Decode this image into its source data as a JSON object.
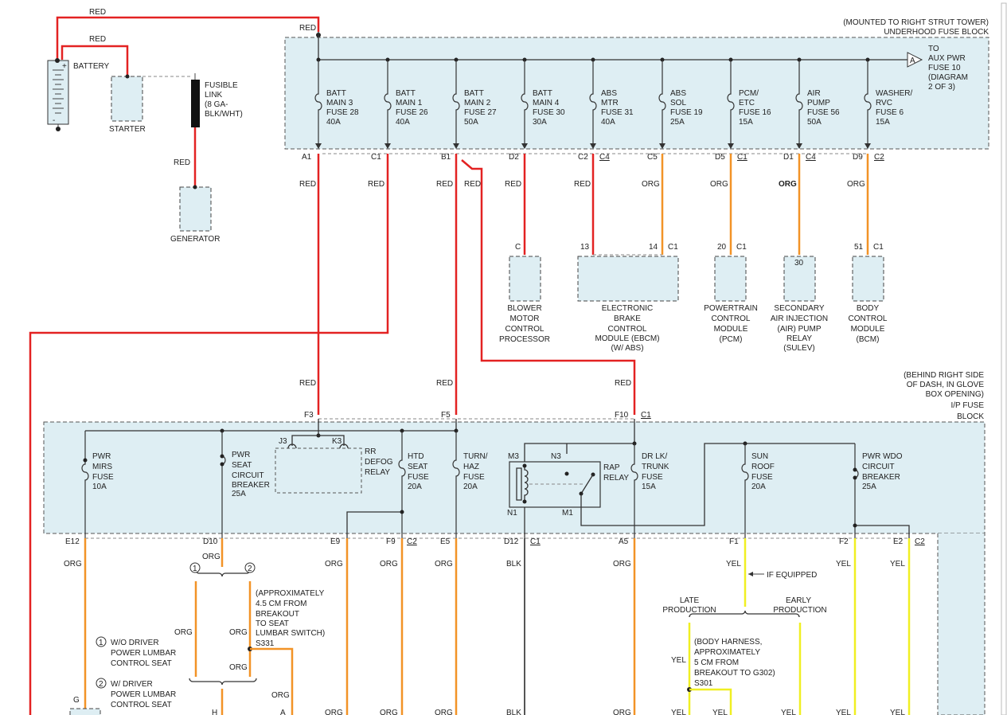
{
  "colors": {
    "red": "#e32222",
    "orange": "#f29327",
    "yellow": "#f0ef22",
    "gray": "#555555",
    "block_fill": "#deeef3"
  },
  "top_wires": {
    "red1": "RED",
    "red2": "RED",
    "red3": "RED",
    "red4": "RED"
  },
  "battery": {
    "label": "BATTERY",
    "plus": "+",
    "minus": "-"
  },
  "starter": {
    "label": "STARTER"
  },
  "fusible_link": {
    "lines": [
      "FUSIBLE",
      "LINK",
      "(8 GA-",
      "BLK/WHT)"
    ]
  },
  "generator": {
    "label": "GENERATOR"
  },
  "underhood": {
    "title_lines": [
      "(MOUNTED TO RIGHT STRUT TOWER)",
      "UNDERHOOD FUSE BLOCK"
    ],
    "fuses": [
      {
        "lines": [
          "BATT",
          "MAIN 3",
          "FUSE 28",
          "40A"
        ],
        "pin": "A1",
        "conn": ""
      },
      {
        "lines": [
          "BATT",
          "MAIN 1",
          "FUSE 26",
          "40A"
        ],
        "pin": "C1",
        "conn": ""
      },
      {
        "lines": [
          "BATT",
          "MAIN 2",
          "FUSE 27",
          "50A"
        ],
        "pin": "B1",
        "conn": ""
      },
      {
        "lines": [
          "BATT",
          "MAIN 4",
          "FUSE 30",
          "30A"
        ],
        "pin": "D2",
        "conn": ""
      },
      {
        "lines": [
          "ABS",
          "MTR",
          "FUSE 31",
          "40A"
        ],
        "pin": "C2",
        "conn": "C4"
      },
      {
        "lines": [
          "ABS",
          "SOL",
          "FUSE 19",
          "25A"
        ],
        "pin": "C5",
        "conn": ""
      },
      {
        "lines": [
          "PCM/",
          "ETC",
          "FUSE 16",
          "15A"
        ],
        "pin": "D5",
        "conn": "C1"
      },
      {
        "lines": [
          "AIR",
          "PUMP",
          "FUSE 56",
          "50A"
        ],
        "pin": "D1",
        "conn": "C4"
      },
      {
        "lines": [
          "WASHER/",
          "RVC",
          "FUSE 6",
          "15A"
        ],
        "pin": "D9",
        "conn": "C2"
      }
    ],
    "aux": {
      "letter": "A",
      "lines": [
        "TO",
        "AUX PWR",
        "FUSE 10",
        "(DIAGRAM",
        "2 OF 3)"
      ]
    }
  },
  "mid_wires": {
    "a1": "RED",
    "c1": "RED",
    "b1a": "RED",
    "b1b": "RED",
    "d2": "RED",
    "c2": "RED",
    "c5": "ORG",
    "d5": "ORG",
    "d1": "ORG",
    "d9": "ORG"
  },
  "modules": {
    "blower": {
      "pin": "C",
      "lines": [
        "BLOWER",
        "MOTOR",
        "CONTROL",
        "PROCESSOR"
      ]
    },
    "ebcm": {
      "pin1": "13",
      "pin2": "14",
      "conn": "C1",
      "lines": [
        "ELECTRONIC",
        "BRAKE",
        "CONTROL",
        "MODULE (EBCM)",
        "(W/ ABS)"
      ]
    },
    "pcm": {
      "pin": "20",
      "conn": "C1",
      "lines": [
        "POWERTRAIN",
        "CONTROL",
        "MODULE",
        "(PCM)"
      ]
    },
    "air": {
      "pin": "30",
      "lines": [
        "SECONDARY",
        "AIR INJECTION",
        "(AIR) PUMP",
        "RELAY",
        "(SULEV)"
      ]
    },
    "bcm": {
      "pin": "51",
      "conn": "C1",
      "lines": [
        "BODY",
        "CONTROL",
        "MODULE",
        "(BCM)"
      ]
    }
  },
  "lower_red": {
    "f3": "RED",
    "f5": "RED",
    "f10": "RED"
  },
  "ip_block": {
    "title_lines": [
      "(BEHIND RIGHT SIDE",
      "OF DASH, IN GLOVE",
      "BOX OPENING)",
      "I/P FUSE",
      "BLOCK"
    ],
    "input_pins": {
      "f3": "F3",
      "f5": "F5",
      "f10": "F10",
      "f10conn": "C1"
    },
    "items": {
      "mirs": [
        "PWR",
        "MIRS",
        "FUSE",
        "10A"
      ],
      "seat": [
        "PWR",
        "SEAT",
        "CIRCUIT",
        "BREAKER",
        "25A"
      ],
      "defog": [
        "RR",
        "DEFOG",
        "RELAY"
      ],
      "htd": [
        "HTD",
        "SEAT",
        "FUSE",
        "20A"
      ],
      "turn": [
        "TURN/",
        "HAZ",
        "FUSE",
        "20A"
      ],
      "rap": [
        "RAP",
        "RELAY"
      ],
      "drlk": [
        "DR LK/",
        "TRUNK",
        "FUSE",
        "15A"
      ],
      "sun": [
        "SUN",
        "ROOF",
        "FUSE",
        "20A"
      ],
      "wdo": [
        "PWR WDO",
        "CIRCUIT",
        "BREAKER",
        "25A"
      ]
    },
    "relay_pins": {
      "j3": "J3",
      "k3": "K3",
      "m3": "M3",
      "n3": "N3",
      "n1": "N1",
      "m1": "M1"
    },
    "out_pins": [
      {
        "pin": "E12",
        "conn": ""
      },
      {
        "pin": "D10",
        "conn": ""
      },
      {
        "pin": "E9",
        "conn": ""
      },
      {
        "pin": "F9",
        "conn": "C2"
      },
      {
        "pin": "E5",
        "conn": ""
      },
      {
        "pin": "D12",
        "conn": "C1"
      },
      {
        "pin": "A5",
        "conn": ""
      },
      {
        "pin": "F1",
        "conn": ""
      },
      {
        "pin": "F2",
        "conn": ""
      },
      {
        "pin": "E2",
        "conn": "C2"
      }
    ]
  },
  "bottom": {
    "w_e12": "ORG",
    "w_d10": "ORG",
    "w_e9": "ORG",
    "w_f9": "ORG",
    "w_e5": "ORG",
    "w_d12": "BLK",
    "w_a5": "ORG",
    "w_f1": "YEL",
    "w_f2": "YEL",
    "w_e2": "YEL",
    "mark1": "1",
    "mark2": "2",
    "org_l": "ORG",
    "org_r": "ORG",
    "org_s": "ORG",
    "org_right": "ORG",
    "splice_lines": [
      "(APPROXIMATELY",
      "4.5 CM FROM",
      "BREAKOUT",
      "TO SEAT",
      "LUMBAR SWITCH)",
      "S331"
    ],
    "legend1": [
      "W/O DRIVER",
      "POWER LUMBAR",
      "CONTROL SEAT"
    ],
    "legend2": [
      "W/ DRIVER",
      "POWER LUMBAR",
      "CONTROL SEAT"
    ],
    "g": "G",
    "h": "H",
    "a": "A",
    "if_equipped": "IF EQUIPPED",
    "late": [
      "LATE",
      "PRODUCTION"
    ],
    "early": [
      "EARLY",
      "PRODUCTION"
    ],
    "yel_l": "YEL",
    "s301_lines": [
      "(BODY HARNESS,",
      "APPROXIMATELY",
      "5 CM FROM",
      "BREAKOUT TO G302)",
      "S301"
    ],
    "b_org1": "ORG",
    "b_org2": "ORG",
    "b_org3": "ORG",
    "b_blk": "BLK",
    "b_org4": "ORG",
    "b_yel1": "YEL",
    "b_yel2": "YEL",
    "b_yel3": "YEL",
    "b_yel4": "YEL",
    "b_yel5": "YEL"
  }
}
